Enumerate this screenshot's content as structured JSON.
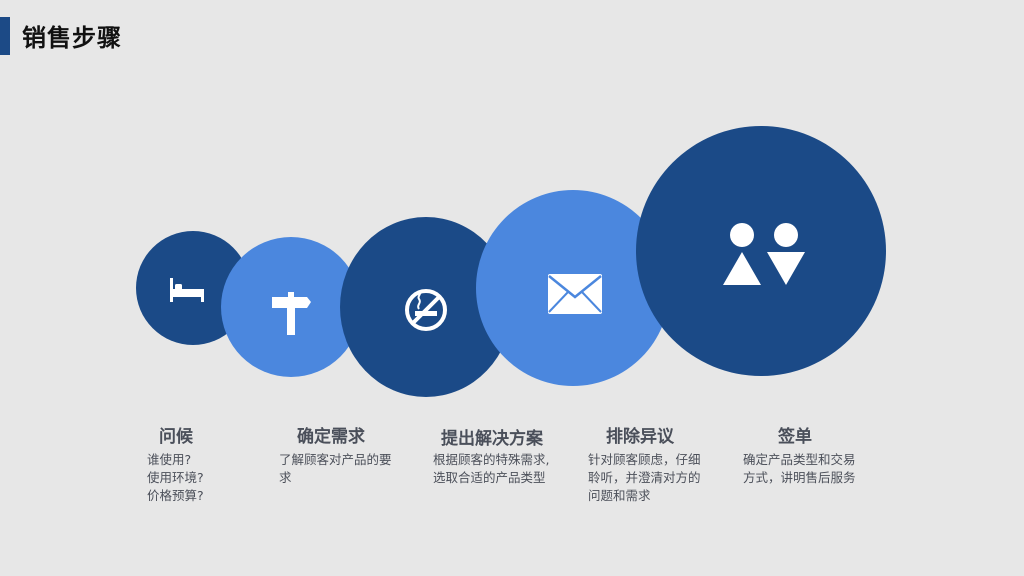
{
  "page": {
    "title": "销售步骤"
  },
  "colors": {
    "dark_circle": "#1b4a87",
    "light_circle": "#4b87de",
    "accent_bar": "#1c4a86",
    "background": "#e7e7e7"
  },
  "steps": [
    {
      "title": "问候",
      "desc": [
        "谁使用?",
        "使用环境?",
        "价格预算?"
      ],
      "icon": "bed-icon"
    },
    {
      "title": "确定需求",
      "desc": [
        "了解顾客对产品的要",
        "求"
      ],
      "icon": "signpost-icon"
    },
    {
      "title": "提出解决方案",
      "desc": [
        "根据顾客的特殊需求,",
        "选取合适的产品类型"
      ],
      "icon": "no-smoking-icon"
    },
    {
      "title": "排除异议",
      "desc": [
        "针对顾客顾虑，仔细",
        "聆听，并澄清对方的",
        "问题和需求"
      ],
      "icon": "envelope-icon"
    },
    {
      "title": "签单",
      "desc": [
        "确定产品类型和交易",
        "方式，讲明售后服务"
      ],
      "icon": "people-icon"
    }
  ]
}
